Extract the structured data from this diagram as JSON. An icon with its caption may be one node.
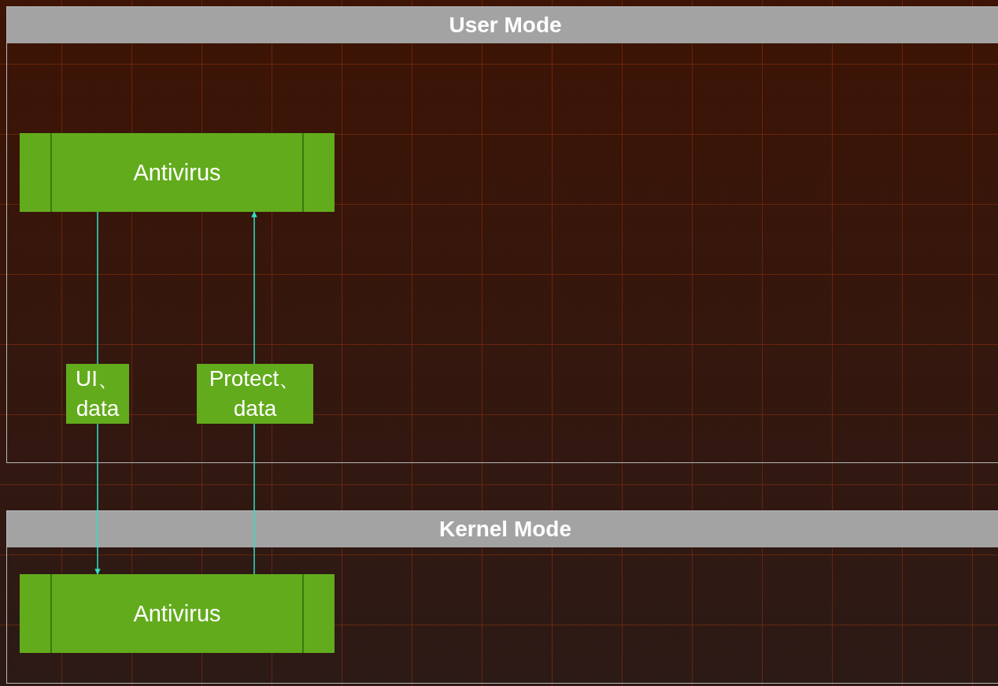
{
  "diagram": {
    "nodes": [
      {
        "text": [
          "User Mode"
        ]
      },
      {
        "text": [
          "Antivirus"
        ],
        "in": 0
      },
      {
        "text": [
          "Kernel Mode"
        ]
      },
      {
        "text": [
          "Antivirus"
        ],
        "in": 2
      }
    ],
    "edges": [
      {
        "from": 1,
        "to": 3,
        "arrow": "to",
        "label": "UI、 data"
      },
      {
        "from": 3,
        "to": 1,
        "arrow": "to",
        "label": "Protect、 data"
      }
    ]
  }
}
